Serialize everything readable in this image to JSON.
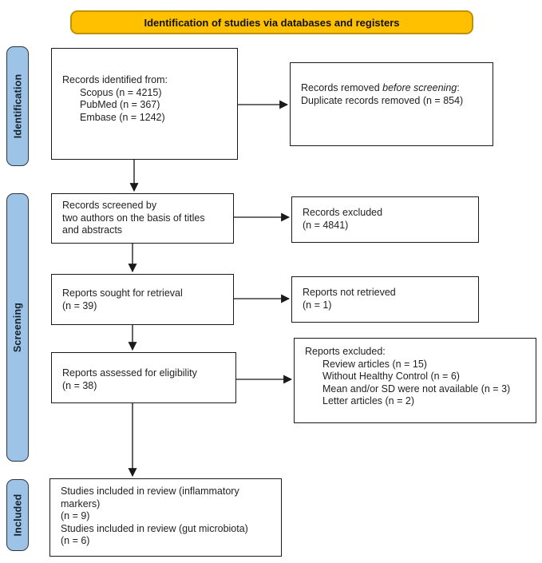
{
  "banner": {
    "label": "Identification of studies via databases and registers"
  },
  "stages": [
    {
      "label": "Identification"
    },
    {
      "label": "Screening"
    },
    {
      "label": "Included"
    }
  ],
  "boxes": {
    "records_identified": {
      "title": "Records identified from:",
      "items": [
        "Scopus (n = 4215)",
        "PubMed (n = 367)",
        "Embase (n = 1242)"
      ]
    },
    "records_removed": {
      "prefix": "Records removed ",
      "emphasis": "before screening",
      "suffix": ":",
      "line2": "Duplicate records removed (n = 854)"
    },
    "records_screened": {
      "lines": [
        "Records screened by",
        "two authors on the basis of titles",
        "and abstracts"
      ]
    },
    "records_excluded": {
      "lines": [
        "Records excluded",
        "(n = 4841)"
      ]
    },
    "reports_sought": {
      "lines": [
        "Reports sought for retrieval",
        "(n = 39)"
      ]
    },
    "reports_not_retrieved": {
      "lines": [
        "Reports not retrieved",
        "(n = 1)"
      ]
    },
    "reports_assessed": {
      "lines": [
        "Reports assessed for eligibility",
        "(n = 38)"
      ]
    },
    "reports_excluded": {
      "title": "Reports excluded:",
      "items": [
        "Review articles (n = 15)",
        "Without Healthy Control (n = 6)",
        "Mean and/or SD were not available (n = 3)",
        "Letter articles (n = 2)"
      ]
    },
    "studies_included": {
      "lines": [
        "Studies included in review (inflammatory",
        "markers)",
        "(n = 9)",
        "Studies included in review (gut microbiota)",
        "(n = 6)"
      ]
    }
  },
  "colors": {
    "banner_fill": "#FFC000",
    "banner_border": "#BF9000",
    "stage_fill": "#9DC3E6",
    "box_border": "#1A1A1A",
    "arrow": "#3D3D3D"
  }
}
